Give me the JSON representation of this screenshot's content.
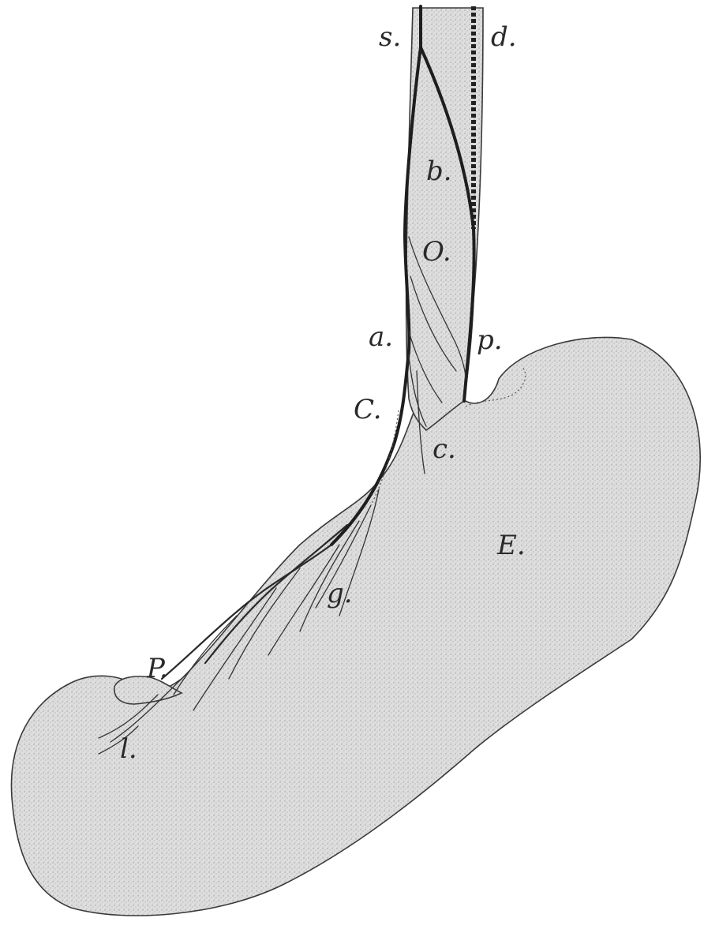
{
  "labels": {
    "s": "s.",
    "d": "d.",
    "b": "b.",
    "O": "O.",
    "a": "a.",
    "p": "p.",
    "C": "C.",
    "c": "c.",
    "E": "E.",
    "g": "g.",
    "P": "P.",
    "l": "l."
  },
  "colors": {
    "fill": "#d9d9d9",
    "stroke": "#3a3a3a",
    "nerve": "#1e1e1e"
  }
}
